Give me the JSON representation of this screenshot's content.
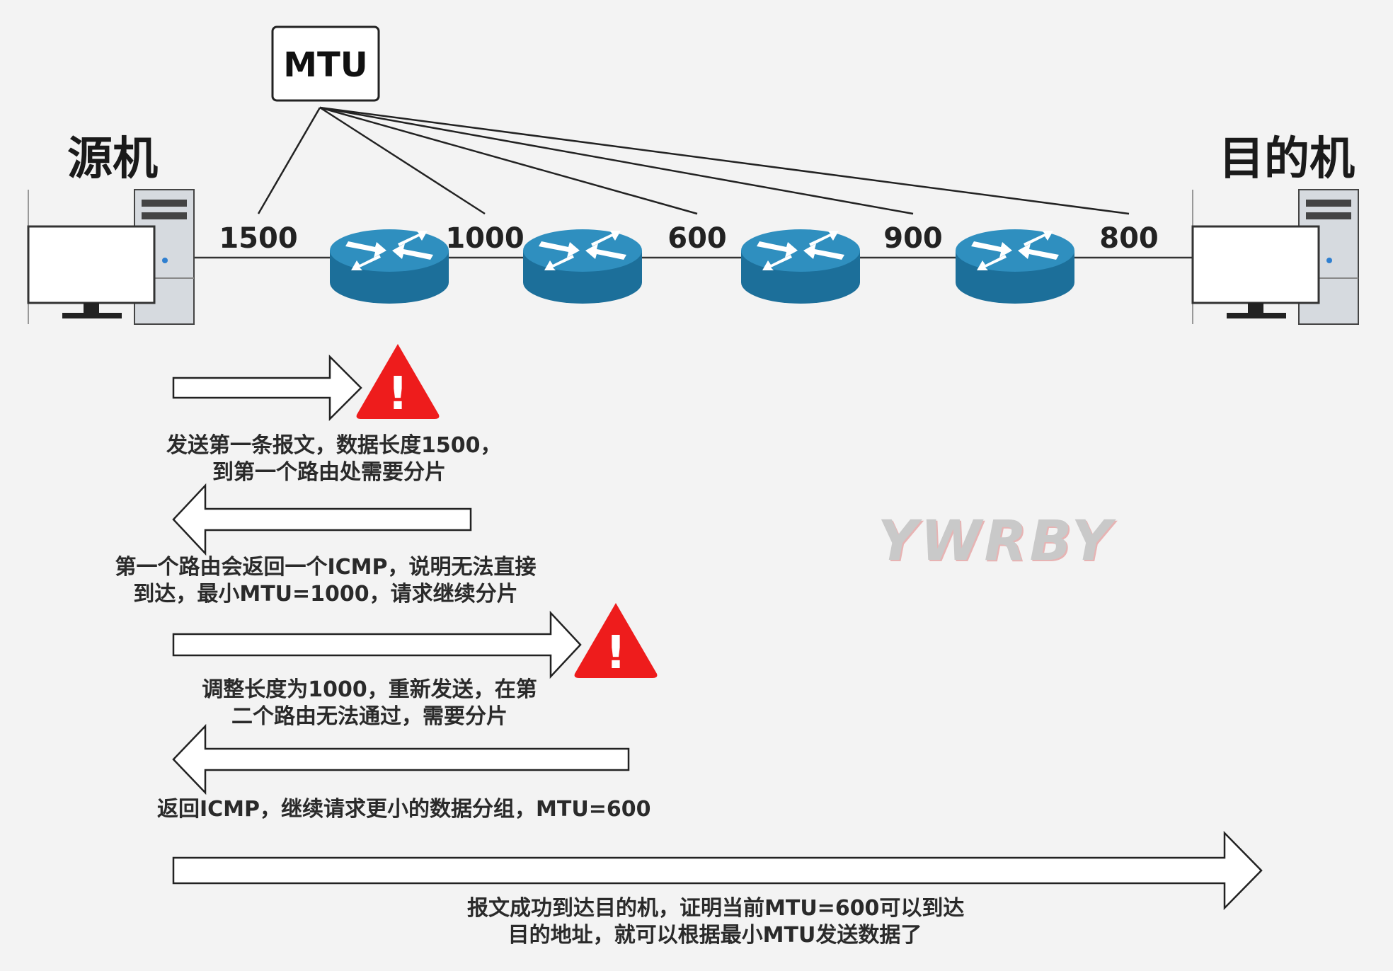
{
  "mtu_box": {
    "label": "MTU"
  },
  "hosts": {
    "source": {
      "label": "源机"
    },
    "destination": {
      "label": "目的机"
    }
  },
  "links": [
    {
      "label": "1500"
    },
    {
      "label": "1000"
    },
    {
      "label": "600"
    },
    {
      "label": "900"
    },
    {
      "label": "800"
    }
  ],
  "steps": [
    {
      "direction": "forward",
      "line1": "发送第一条报文，数据长度1500，",
      "line2": "到第一个路由处需要分片"
    },
    {
      "direction": "back",
      "line1": "第一个路由会返回一个ICMP，说明无法直接",
      "line2": "到达，最小MTU=1000，请求继续分片"
    },
    {
      "direction": "forward",
      "line1": "调整长度为1000，重新发送，在第",
      "line2": "二个路由无法通过，需要分片"
    },
    {
      "direction": "back",
      "line1": "返回ICMP，继续请求更小的数据分组，MTU=600"
    },
    {
      "direction": "forward",
      "line1": "报文成功到达目的机，证明当前MTU=600可以到达",
      "line2": "目的地址，就可以根据最小MTU发送数据了"
    }
  ],
  "warning_glyph": "!",
  "watermark": "YWRBY",
  "colors": {
    "router": "#1c6f9a",
    "router_top": "#2f8fbf",
    "warning": "#ee1c1c",
    "background": "#f3f3f3"
  }
}
